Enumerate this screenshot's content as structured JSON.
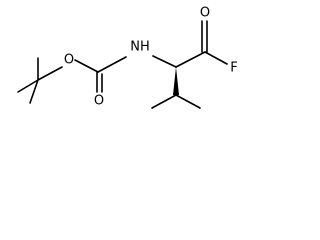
{
  "diagram": {
    "type": "skeletal-structure",
    "atoms": {
      "ester_oxygen": "O",
      "carbonyl_oxygen_carbamate": "O",
      "amine": "NH",
      "carbonyl_oxygen_acyl": "O",
      "fluorine": "F"
    }
  }
}
